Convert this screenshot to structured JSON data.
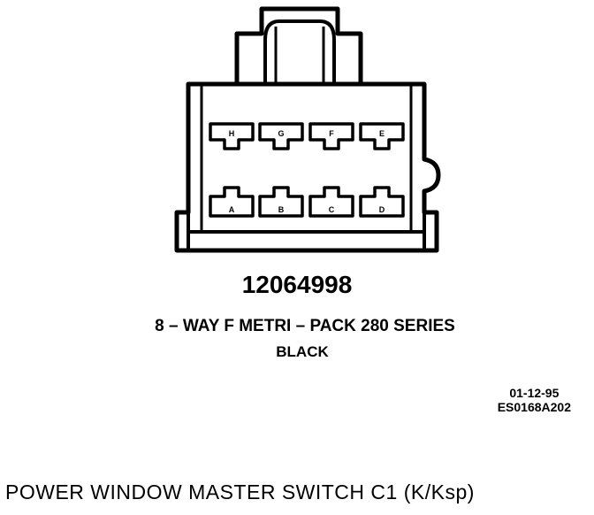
{
  "connector": {
    "pins": [
      {
        "label": "H"
      },
      {
        "label": "G"
      },
      {
        "label": "F"
      },
      {
        "label": "E"
      },
      {
        "label": "A"
      },
      {
        "label": "B"
      },
      {
        "label": "C"
      },
      {
        "label": "D"
      }
    ],
    "part_number": "12064998",
    "series": "8 – WAY F METRI – PACK 280 SERIES",
    "color": "BLACK"
  },
  "date_code": {
    "date": "01-12-95",
    "ref": "ES0168A202"
  },
  "caption": "POWER WINDOW MASTER SWITCH C1 (K/Ksp)"
}
